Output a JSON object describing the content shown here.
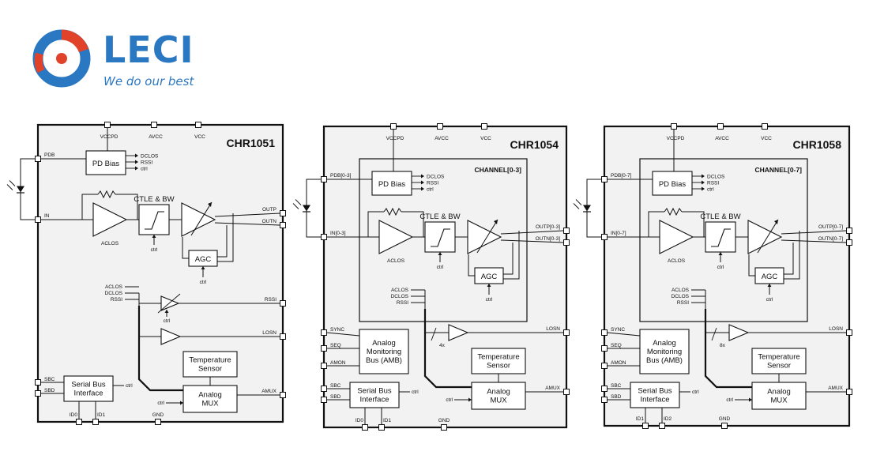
{
  "logo": {
    "wordmark": "LECI",
    "tagline": "We do our best",
    "icon": "leci-ring-logo-icon",
    "colors": {
      "blue": "#2b78c2",
      "red": "#e0422a"
    }
  },
  "chips": [
    {
      "title": "CHR1051",
      "channel_label": "",
      "supplies": [
        "VCCPD",
        "AVCC",
        "VCC"
      ],
      "pd_bias": {
        "label": "PD Bias",
        "outputs": [
          "DCLOS",
          "RSSI",
          "ctrl"
        ]
      },
      "ctle_label": "CTLE & BW",
      "agc_label": "AGC",
      "aclos_label": "ACLOS",
      "ctrl_label": "ctrl",
      "pins_left": [
        "PDB",
        "IN",
        "SBC",
        "SBD"
      ],
      "pins_right": [
        "OUTP",
        "OUTN",
        "RSSI",
        "LOSN",
        "AMUX"
      ],
      "pins_bottom": [
        "ID0",
        "ID1",
        "GND"
      ],
      "mux_inputs": [
        "ACLOS",
        "DCLOS",
        "RSSI"
      ],
      "bus_width": "",
      "temp_sensor": "Temperature Sensor",
      "mux": "Analog MUX",
      "serial_bus": "Serial Bus Interface",
      "amb": "",
      "amb_pins": []
    },
    {
      "title": "CHR1054",
      "channel_label": "CHANNEL[0-3]",
      "supplies": [
        "VCCPD",
        "AVCC",
        "VCC"
      ],
      "pd_bias": {
        "label": "PD Bias",
        "outputs": [
          "DCLOS",
          "RSSI",
          "ctrl"
        ]
      },
      "ctle_label": "CTLE & BW",
      "agc_label": "AGC",
      "aclos_label": "ACLOS",
      "ctrl_label": "ctrl",
      "pins_left": [
        "PDB[0-3]",
        "IN[0-3]",
        "SBC",
        "SBD"
      ],
      "pins_right": [
        "OUTP[0-3]",
        "OUTN[0-3]",
        "LOSN",
        "AMUX"
      ],
      "pins_bottom": [
        "ID0",
        "ID1",
        "GND"
      ],
      "mux_inputs": [
        "ACLOS",
        "DCLOS",
        "RSSI"
      ],
      "bus_width": "4x",
      "temp_sensor": "Temperature Sensor",
      "mux": "Analog MUX",
      "serial_bus": "Serial Bus Interface",
      "amb": "Analog Monitoring Bus (AMB)",
      "amb_pins": [
        "SYNC",
        "SEQ",
        "AMON"
      ]
    },
    {
      "title": "CHR1058",
      "channel_label": "CHANNEL[0-7]",
      "supplies": [
        "VCCPD",
        "AVCC",
        "VCC"
      ],
      "pd_bias": {
        "label": "PD Bias",
        "outputs": [
          "DCLOS",
          "RSSI",
          "ctrl"
        ]
      },
      "ctle_label": "CTLE & BW",
      "agc_label": "AGC",
      "aclos_label": "ACLOS",
      "ctrl_label": "ctrl",
      "pins_left": [
        "PDB[0-7]",
        "IN[0-7]",
        "SBC",
        "SBD"
      ],
      "pins_right": [
        "OUTP[0-7]",
        "OUTN[0-7]",
        "LOSN",
        "AMUX"
      ],
      "pins_bottom": [
        "ID1",
        "ID2",
        "GND"
      ],
      "mux_inputs": [
        "ACLOS",
        "DCLOS",
        "RSSI"
      ],
      "bus_width": "8x",
      "temp_sensor": "Temperature Sensor",
      "mux": "Analog MUX",
      "serial_bus": "Serial Bus Interface",
      "amb": "Analog Monitoring Bus (AMB)",
      "amb_pins": [
        "SYNC",
        "SEQ",
        "AMON"
      ]
    }
  ]
}
